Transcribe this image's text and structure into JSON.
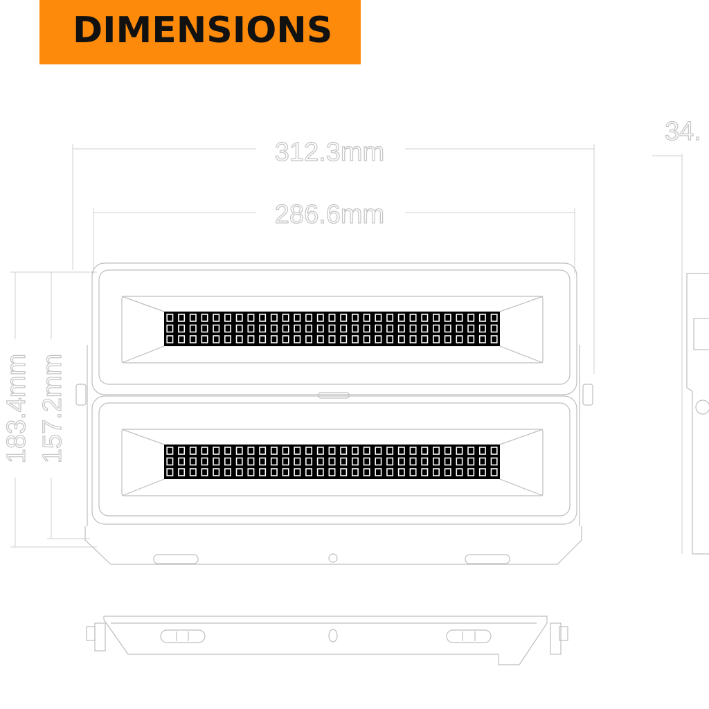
{
  "title": "DIMENSIONS",
  "colors": {
    "banner": "#fd8a0a",
    "outline": "#bdbdbd"
  },
  "dimensions": {
    "overall_width": "312.3mm",
    "inner_width": "286.6mm",
    "overall_height": "183.4mm",
    "inner_height": "157.2mm",
    "depth_partial": "34."
  },
  "led_strip": {
    "columns": 29,
    "rows": 3
  }
}
